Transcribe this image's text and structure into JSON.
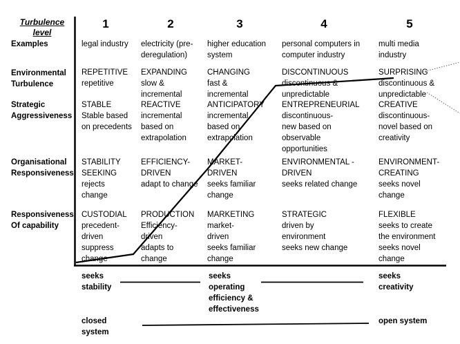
{
  "header": {
    "level_title": "Turbulence\nlevel",
    "levels": [
      "1",
      "2",
      "3",
      "4",
      "5"
    ]
  },
  "rows": {
    "examples": {
      "label": "Examples",
      "cells": [
        "legal industry",
        "electricity (pre-\nderegulation)",
        "higher education\nsystem",
        "personal computers in\n computer industry",
        "multi media\nindustry"
      ]
    },
    "turbulence": {
      "label": "Environmental\nTurbulence",
      "cells": [
        "REPETITIVE\nrepetitive",
        "EXPANDING\nslow &\nincremental",
        "CHANGING\nfast &\nincremental",
        "DISCONTINUOUS\ndiscontinuous &\nunpredictable",
        "SURPRISING\ndiscontinuous &\nunpredictable"
      ]
    },
    "aggressiveness": {
      "label": "Strategic\nAggressiveness",
      "cells": [
        "STABLE\nStable based\non precedents",
        "REACTIVE\nincremental\nbased on\nextrapolation",
        "ANTICIPATORY\nincremental\nbased on\nextrapolation",
        "ENTREPRENEURIAL\ndiscontinuous-\nnew based on\nobservable\nopportunities",
        "CREATIVE\ndiscontinuous-\nnovel based on\ncreativity"
      ]
    },
    "responsiveness": {
      "label": "Organisational\nResponsiveness",
      "cells": [
        "STABILITY\nSEEKING\nrejects\nchange",
        "EFFICIENCY-\nDRIVEN\nadapt to change",
        "MARKET-\nDRIVEN\nseeks familiar\nchange",
        "ENVIRONMENTAL -\nDRIVEN\nseeks related change",
        "ENVIRONMENT-\nCREATING\nseeks novel\nchange"
      ]
    },
    "capability": {
      "label": "Responsiveness\nOf capability",
      "cells": [
        "CUSTODIAL\nprecedent-\ndriven\nsuppress\nchange",
        "PRODUCTION\nEfficiency-\ndriven\nadapts to\nchange",
        "MARKETING\nmarket-\ndriven\nseeks familiar\nchange",
        "STRATEGIC\ndriven by\nenvironment\nseeks new change",
        "FLEXIBLE\nseeks to create\nthe environment\nseeks novel\nchange"
      ]
    }
  },
  "bottom": {
    "seeks_stability": "seeks\nstability",
    "seeks_efficiency": "seeks\noperating\nefficiency &\neffectiveness",
    "seeks_creativity": "seeks\ncreativity",
    "closed_system": "closed\nsystem",
    "open_system": "open system"
  }
}
